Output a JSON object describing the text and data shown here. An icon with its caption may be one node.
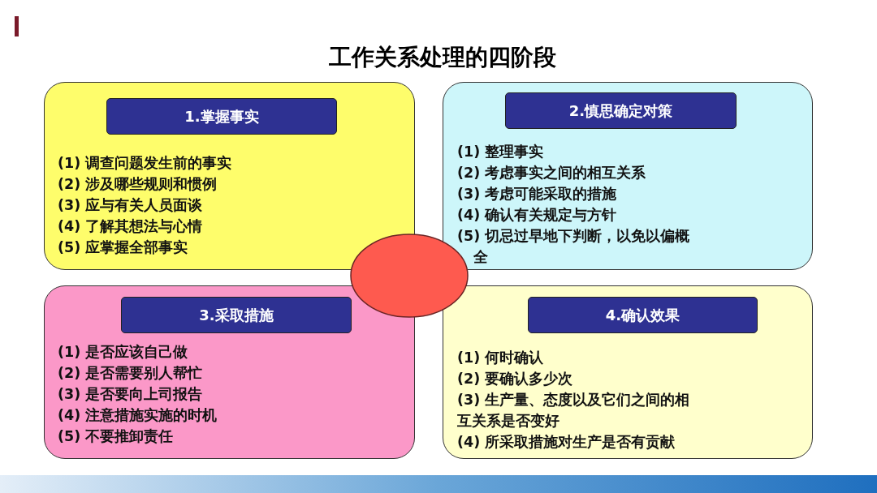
{
  "diagram": {
    "title": "工作关系处理的四阶段",
    "nodes": [
      {
        "text": [
          "(1) 调查问题发生前的事实",
          "(2) 涉及哪些规则和惯例",
          "(3) 应与有关人员面谈",
          "(4) 了解其想法与心情",
          "(5) 应掌握全部事实"
        ]
      },
      {
        "text": [
          "1.掌握事实"
        ],
        "in": 0
      },
      {
        "text": [
          "(1) 整理事实",
          "(2) 考虑事实之间的相互关系",
          "(3) 考虑可能采取的措施",
          "(4) 确认有关规定与方针",
          "(5) 切忌过早地下判断，以免以偏概全"
        ]
      },
      {
        "text": [
          "2.慎思确定对策"
        ],
        "in": 2
      },
      {
        "text": [],
        "shape": "circle"
      },
      {
        "text": [
          "(1) 是否应该自己做",
          "(2) 是否需要别人帮忙",
          "(3) 是否要向上司报告",
          "(4) 注意措施实施的时机",
          "(5) 不要推卸责任"
        ]
      },
      {
        "text": [
          "3.采取措施"
        ],
        "in": 5
      },
      {
        "text": [
          "(1) 何时确认",
          "(2) 要确认多少次",
          "(3) 生产量、态度以及它们之间的相互关系是否变好",
          "(4) 所采取措施对生产是否有贡献"
        ]
      },
      {
        "text": [
          "4.确认效果"
        ],
        "in": 7
      }
    ]
  }
}
